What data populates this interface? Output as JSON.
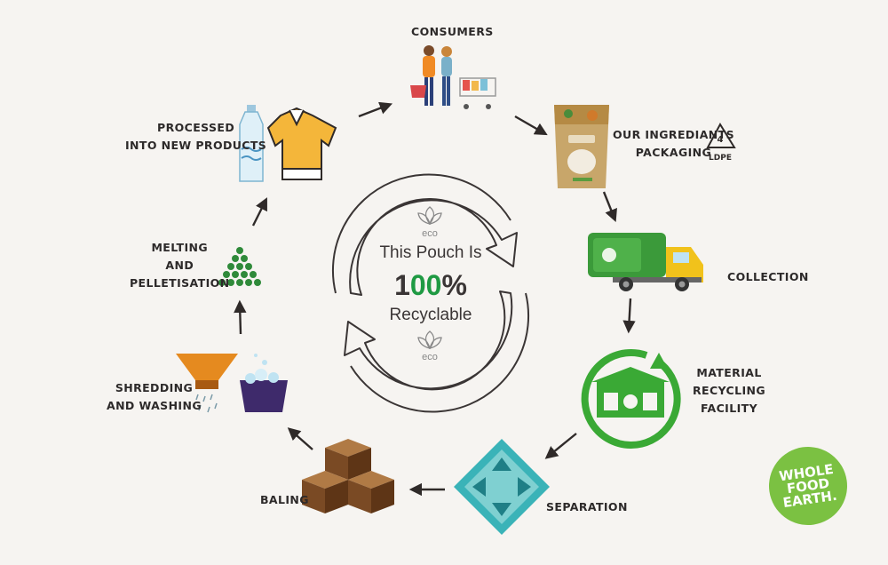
{
  "center": {
    "eco_top": "eco",
    "line1": "This Pouch Is",
    "line2_prefix": "1",
    "line2_digits": "00",
    "line2_suffix": "%",
    "line3": "Recyclable",
    "eco_bottom": "eco"
  },
  "steps": {
    "consumers": [
      "CONSUMERS"
    ],
    "packaging": [
      "OUR INGREDIANTS",
      "PACKAGING"
    ],
    "collection": [
      "COLLECTION"
    ],
    "mrf": [
      "MATERIAL",
      "RECYCLING",
      "FACILITY"
    ],
    "separation": [
      "SEPARATION"
    ],
    "baling": [
      "BALING"
    ],
    "shredding": [
      "SHREDDING",
      "AND WASHING"
    ],
    "melting": [
      "MELTING",
      "AND",
      "PELLETISATION"
    ],
    "processed": [
      "PROCESSED",
      "INTO NEW PRODUCTS"
    ]
  },
  "ldpe": {
    "number": "4",
    "label": "LDPE"
  },
  "logo": {
    "lines": [
      "WHOLE",
      "FOOD",
      "EARTH."
    ]
  },
  "colors": {
    "background": "#f6f4f1",
    "arrow": "#2f2a29",
    "eco_green": "#1f9a43",
    "truck_green": "#3b9a3a",
    "truck_yellow": "#f1c21b",
    "mrf_green": "#3aa935",
    "separation_teal": "#3ab3b8",
    "box_brown": "#7a4a24",
    "logo_green": "#7bc142"
  }
}
